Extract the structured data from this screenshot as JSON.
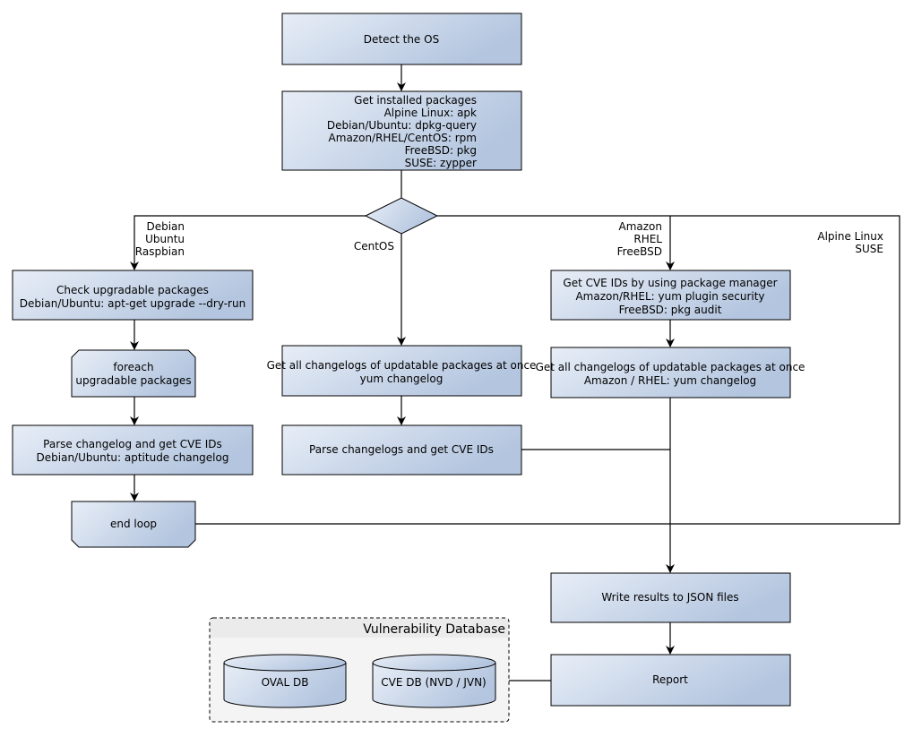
{
  "nodes": {
    "detect_os": [
      "Detect the OS"
    ],
    "installed": [
      "Get installed packages",
      "Alpine Linux: apk",
      "Debian/Ubuntu: dpkg-query",
      "Amazon/RHEL/CentOS: rpm",
      "FreeBSD: pkg",
      "SUSE: zypper"
    ],
    "check_upgradable": [
      "Check upgradable packages",
      "Debian/Ubuntu: apt-get upgrade --dry-run"
    ],
    "foreach": [
      "foreach",
      "upgradable  packages"
    ],
    "parse_debian": [
      "Parse changelog and get  CVE IDs",
      "Debian/Ubuntu: aptitude changelog"
    ],
    "end_loop": [
      "end loop"
    ],
    "centos_changelogs": [
      "Get all changelogs of updatable packages at once",
      "yum changelog"
    ],
    "centos_parse": [
      "Parse changelogs and get CVE IDs"
    ],
    "get_cve_pm": [
      "Get CVE IDs by using package manager",
      "Amazon/RHEL: yum plugin security",
      "FreeBSD: pkg audit"
    ],
    "amazon_changelogs": [
      "Get all changelogs of updatable packages at once",
      "Amazon / RHEL: yum changelog"
    ],
    "write_json": [
      "Write results to JSON files"
    ],
    "report": [
      "Report"
    ]
  },
  "edge_labels": {
    "debian": [
      "Debian",
      "Ubuntu",
      "Raspbian"
    ],
    "centos": [
      "CentOS"
    ],
    "amazon": [
      "Amazon",
      "RHEL",
      "FreeBSD"
    ],
    "alpine": [
      "Alpine Linux",
      "SUSE"
    ]
  },
  "vuln_db": {
    "title": "Vulnerability Database",
    "oval": "OVAL DB",
    "cve": "CVE DB (NVD / JVN)"
  },
  "colors": {
    "fill_light": "#e8eef7",
    "fill_dark": "#b3c5df",
    "group_bg": "#f4f4f4"
  }
}
